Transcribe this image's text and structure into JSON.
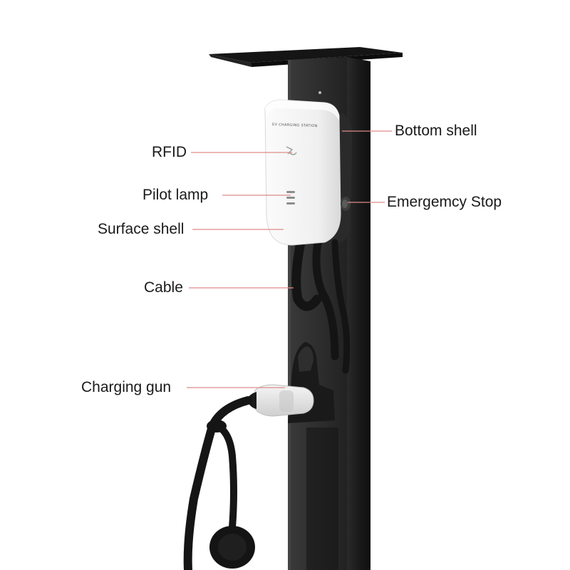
{
  "device": {
    "panel_text": "EV CHARGING STATION",
    "body_color": "#1c1c1c",
    "shell_color": "#f4f4f4",
    "leader_color": "#e08a8a"
  },
  "callouts": {
    "rfid": "RFID",
    "pilot_lamp": "Pilot lamp",
    "surface_shell": "Surface shell",
    "cable": "Cable",
    "charging_gun": "Charging gun",
    "bottom_shell": "Bottom shell",
    "emergency_stop": "Emergemcy Stop"
  }
}
